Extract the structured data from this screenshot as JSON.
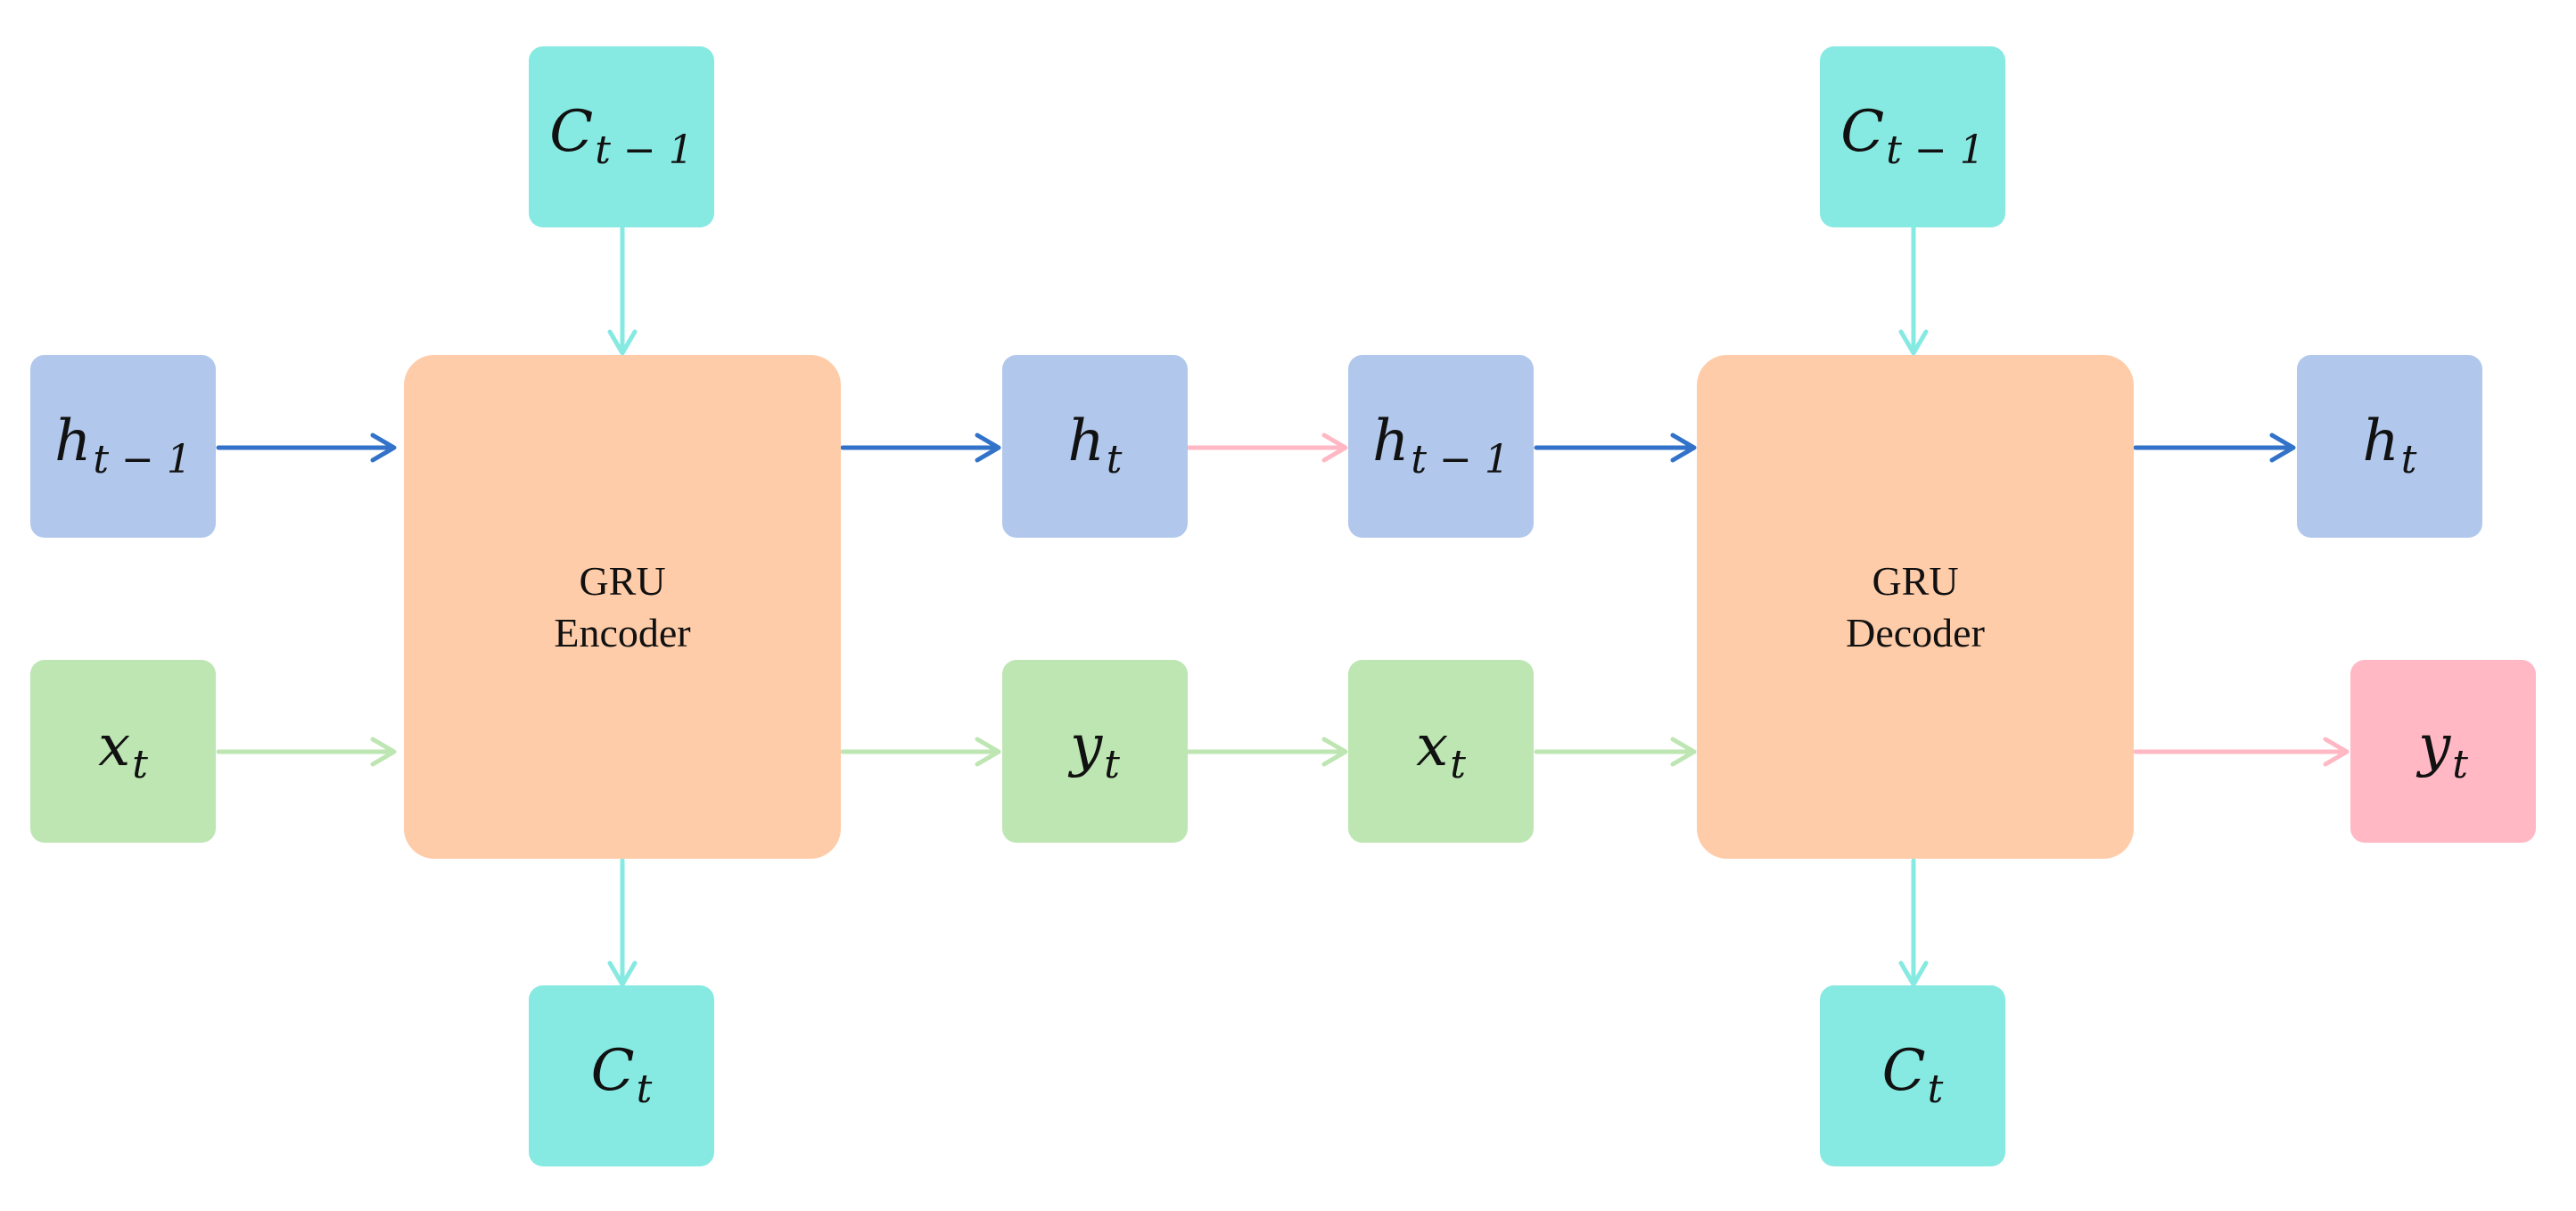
{
  "colors": {
    "hidden": "#b1c8ec",
    "input": "#bde6b2",
    "cell": "#86e9e2",
    "block": "#ffcca9",
    "output": "#ffb8c4",
    "arrow_blue": "#3272c8",
    "arrow_green": "#bde6b2",
    "arrow_cyan": "#86e9e2",
    "arrow_pink": "#ffb8c4"
  },
  "encoder": {
    "block_line1": "GRU",
    "block_line2": "Encoder",
    "c_in": {
      "main": "C",
      "sub": "t − 1"
    },
    "c_out": {
      "main": "C",
      "sub": "t"
    },
    "h_in": {
      "main": "h",
      "sub": "t − 1"
    },
    "h_out": {
      "main": "h",
      "sub": "t"
    },
    "x_in": {
      "main": "x",
      "sub": "t"
    },
    "y_out": {
      "main": "y",
      "sub": "t"
    }
  },
  "decoder": {
    "block_line1": "GRU",
    "block_line2": "Decoder",
    "c_in": {
      "main": "C",
      "sub": "t − 1"
    },
    "c_out": {
      "main": "C",
      "sub": "t"
    },
    "h_in": {
      "main": "h",
      "sub": "t − 1"
    },
    "h_out": {
      "main": "h",
      "sub": "t"
    },
    "x_in": {
      "main": "x",
      "sub": "t"
    },
    "y_out": {
      "main": "y",
      "sub": "t"
    }
  }
}
